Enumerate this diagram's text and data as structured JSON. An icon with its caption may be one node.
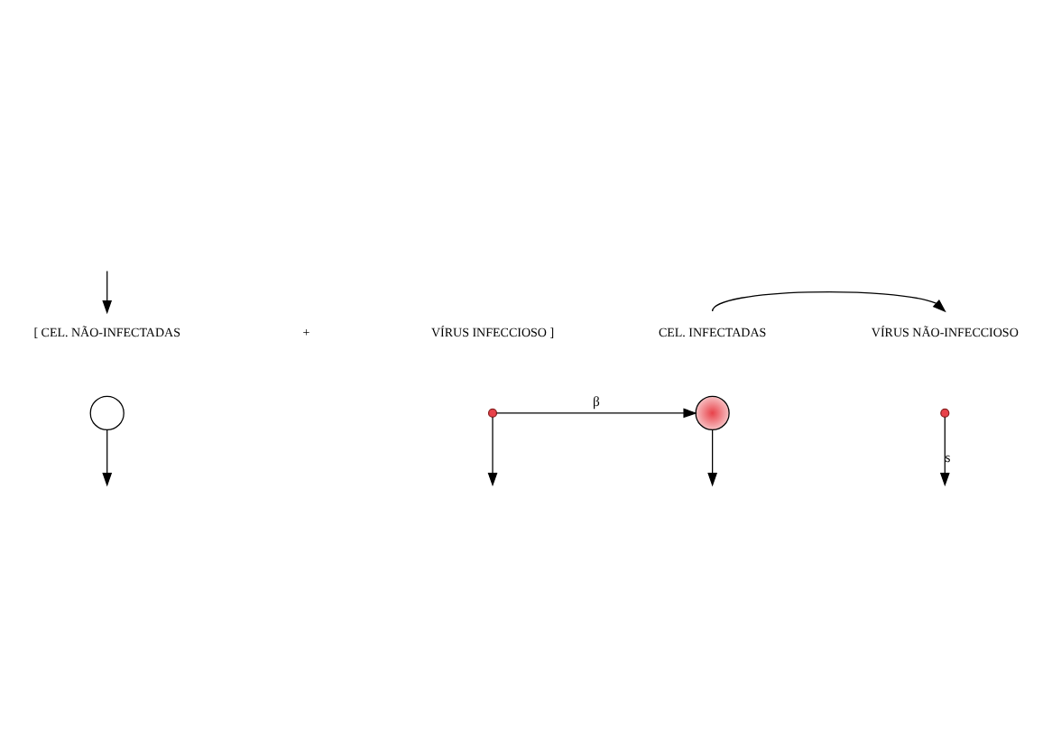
{
  "diagram": {
    "nodes": [
      {
        "text": [
          "[ CEL. NÃO-INFECTADAS"
        ]
      },
      {
        "text": [
          "VÍRUS INFECCIOSO ]"
        ]
      },
      {
        "text": [
          "CEL. INFECTADAS"
        ]
      },
      {
        "text": [
          "VÍRUS NÃO-INFECCIOSO"
        ]
      },
      {
        "text": [],
        "shape": "circle"
      },
      {
        "text": [],
        "shape": "dot"
      },
      {
        "text": [],
        "shape": "cell"
      },
      {
        "text": [],
        "shape": "dot"
      }
    ],
    "edges": [
      {
        "from": null,
        "to": 0,
        "arrow": "to"
      },
      {
        "from": 2,
        "to": 3,
        "arrow": "to"
      },
      {
        "from": 5,
        "to": 6,
        "arrow": "to",
        "label": "β"
      },
      {
        "from": 4,
        "to": null,
        "arrow": "to"
      },
      {
        "from": 5,
        "to": null,
        "arrow": "to"
      },
      {
        "from": 6,
        "to": null,
        "arrow": "to"
      },
      {
        "from": 7,
        "to": null,
        "arrow": "to",
        "label": "s"
      }
    ],
    "labels": [
      "+"
    ]
  }
}
